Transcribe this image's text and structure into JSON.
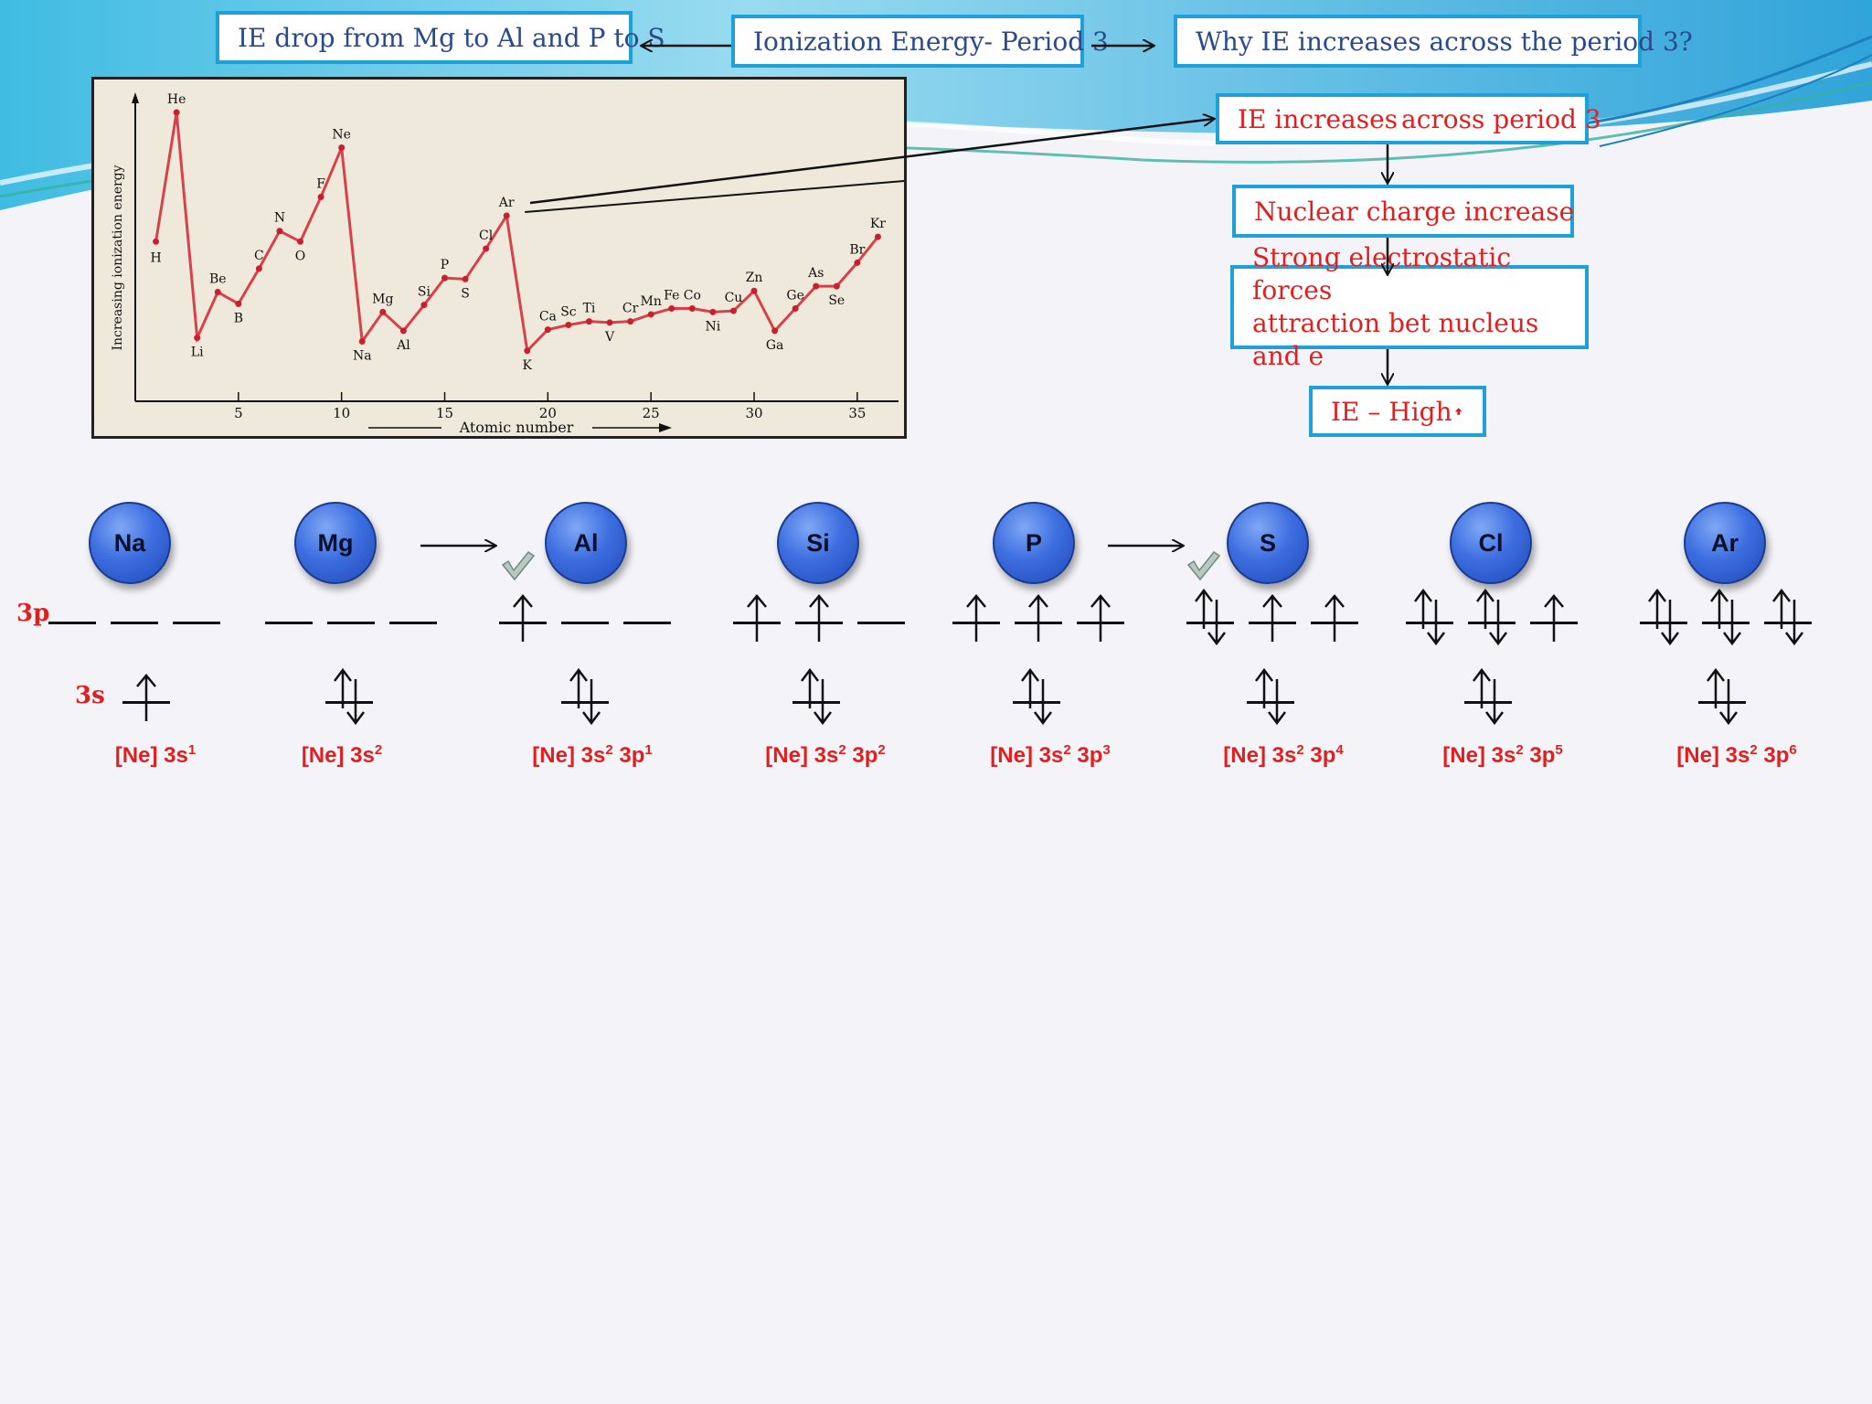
{
  "top": {
    "title": "Ionization Energy- Period 3",
    "drop_box": "IE drop from Mg to Al and P to S",
    "why_box": "Why IE increases across the period 3?"
  },
  "flow": {
    "step1_pre": "IE increases ",
    "step1_post": "across period 3",
    "step2": "Nuclear charge increase ",
    "step3_line1": "Strong electrostatic forces",
    "step3_line2": "attraction bet nucleus and e",
    "step4": "IE – High ",
    "arrow_icon": "red-up-arrow-icon",
    "red": "#e02020",
    "blue": "#2a4a8c",
    "border": "#1ea0d8"
  },
  "chart_data": {
    "type": "line",
    "xlabel": "Atomic number",
    "ylabel": "Increasing ionization energy",
    "xticks": [
      5,
      10,
      15,
      20,
      25,
      30,
      35
    ],
    "xlim": [
      0,
      37
    ],
    "ylim": [
      0,
      26
    ],
    "line_color": "#d8404a",
    "points": [
      {
        "z": 1,
        "ie": 13.6,
        "symbol": "H"
      },
      {
        "z": 2,
        "ie": 24.6,
        "symbol": "He"
      },
      {
        "z": 3,
        "ie": 5.4,
        "symbol": "Li"
      },
      {
        "z": 4,
        "ie": 9.3,
        "symbol": "Be"
      },
      {
        "z": 5,
        "ie": 8.3,
        "symbol": "B"
      },
      {
        "z": 6,
        "ie": 11.3,
        "symbol": "C"
      },
      {
        "z": 7,
        "ie": 14.5,
        "symbol": "N"
      },
      {
        "z": 8,
        "ie": 13.6,
        "symbol": "O"
      },
      {
        "z": 9,
        "ie": 17.4,
        "symbol": "F"
      },
      {
        "z": 10,
        "ie": 21.6,
        "symbol": "Ne"
      },
      {
        "z": 11,
        "ie": 5.1,
        "symbol": "Na"
      },
      {
        "z": 12,
        "ie": 7.6,
        "symbol": "Mg"
      },
      {
        "z": 13,
        "ie": 6.0,
        "symbol": "Al"
      },
      {
        "z": 14,
        "ie": 8.2,
        "symbol": "Si"
      },
      {
        "z": 15,
        "ie": 10.5,
        "symbol": "P"
      },
      {
        "z": 16,
        "ie": 10.4,
        "symbol": "S"
      },
      {
        "z": 17,
        "ie": 13.0,
        "symbol": "Cl"
      },
      {
        "z": 18,
        "ie": 15.8,
        "symbol": "Ar"
      },
      {
        "z": 19,
        "ie": 4.3,
        "symbol": "K"
      },
      {
        "z": 20,
        "ie": 6.1,
        "symbol": "Ca"
      },
      {
        "z": 21,
        "ie": 6.5,
        "symbol": "Sc"
      },
      {
        "z": 22,
        "ie": 6.8,
        "symbol": "Ti"
      },
      {
        "z": 23,
        "ie": 6.7,
        "symbol": "V"
      },
      {
        "z": 24,
        "ie": 6.8,
        "symbol": "Cr"
      },
      {
        "z": 25,
        "ie": 7.4,
        "symbol": "Mn"
      },
      {
        "z": 26,
        "ie": 7.9,
        "symbol": "Fe"
      },
      {
        "z": 27,
        "ie": 7.9,
        "symbol": "Co"
      },
      {
        "z": 28,
        "ie": 7.6,
        "symbol": "Ni"
      },
      {
        "z": 29,
        "ie": 7.7,
        "symbol": "Cu"
      },
      {
        "z": 30,
        "ie": 9.4,
        "symbol": "Zn"
      },
      {
        "z": 31,
        "ie": 6.0,
        "symbol": "Ga"
      },
      {
        "z": 32,
        "ie": 7.9,
        "symbol": "Ge"
      },
      {
        "z": 33,
        "ie": 9.8,
        "symbol": "As"
      },
      {
        "z": 34,
        "ie": 9.8,
        "symbol": "Se"
      },
      {
        "z": 35,
        "ie": 11.8,
        "symbol": "Br"
      },
      {
        "z": 36,
        "ie": 14.0,
        "symbol": "Kr"
      }
    ]
  },
  "orbitals": {
    "label_3p": "3p",
    "label_3s": "3s",
    "elements": [
      {
        "symbol": "Na",
        "s": "up",
        "p": [
          "",
          "",
          ""
        ],
        "config": "[Ne] 3s",
        "s_count": "1",
        "p_label": "",
        "p_count": ""
      },
      {
        "symbol": "Mg",
        "s": "pair",
        "p": [
          "",
          "",
          ""
        ],
        "config": "[Ne] 3s",
        "s_count": "2",
        "p_label": "",
        "p_count": ""
      },
      {
        "symbol": "Al",
        "s": "pair",
        "p": [
          "up",
          "",
          ""
        ],
        "config": "[Ne] 3s",
        "s_count": "2",
        "p_label": " 3p",
        "p_count": "1"
      },
      {
        "symbol": "Si",
        "s": "pair",
        "p": [
          "up",
          "up",
          ""
        ],
        "config": "[Ne] 3s",
        "s_count": "2",
        "p_label": " 3p",
        "p_count": "2"
      },
      {
        "symbol": "P",
        "s": "pair",
        "p": [
          "up",
          "up",
          "up"
        ],
        "config": "[Ne] 3s",
        "s_count": "2",
        "p_label": " 3p",
        "p_count": "3"
      },
      {
        "symbol": "S",
        "s": "pair",
        "p": [
          "pair",
          "up",
          "up"
        ],
        "config": "[Ne] 3s",
        "s_count": "2",
        "p_label": " 3p",
        "p_count": "4"
      },
      {
        "symbol": "Cl",
        "s": "pair",
        "p": [
          "pair",
          "pair",
          "up"
        ],
        "config": "[Ne] 3s",
        "s_count": "2",
        "p_label": " 3p",
        "p_count": "5"
      },
      {
        "symbol": "Ar",
        "s": "pair",
        "p": [
          "pair",
          "pair",
          "pair"
        ],
        "config": "[Ne] 3s",
        "s_count": "2",
        "p_label": " 3p",
        "p_count": "6"
      }
    ],
    "check_icon": "check-mark-icon"
  }
}
